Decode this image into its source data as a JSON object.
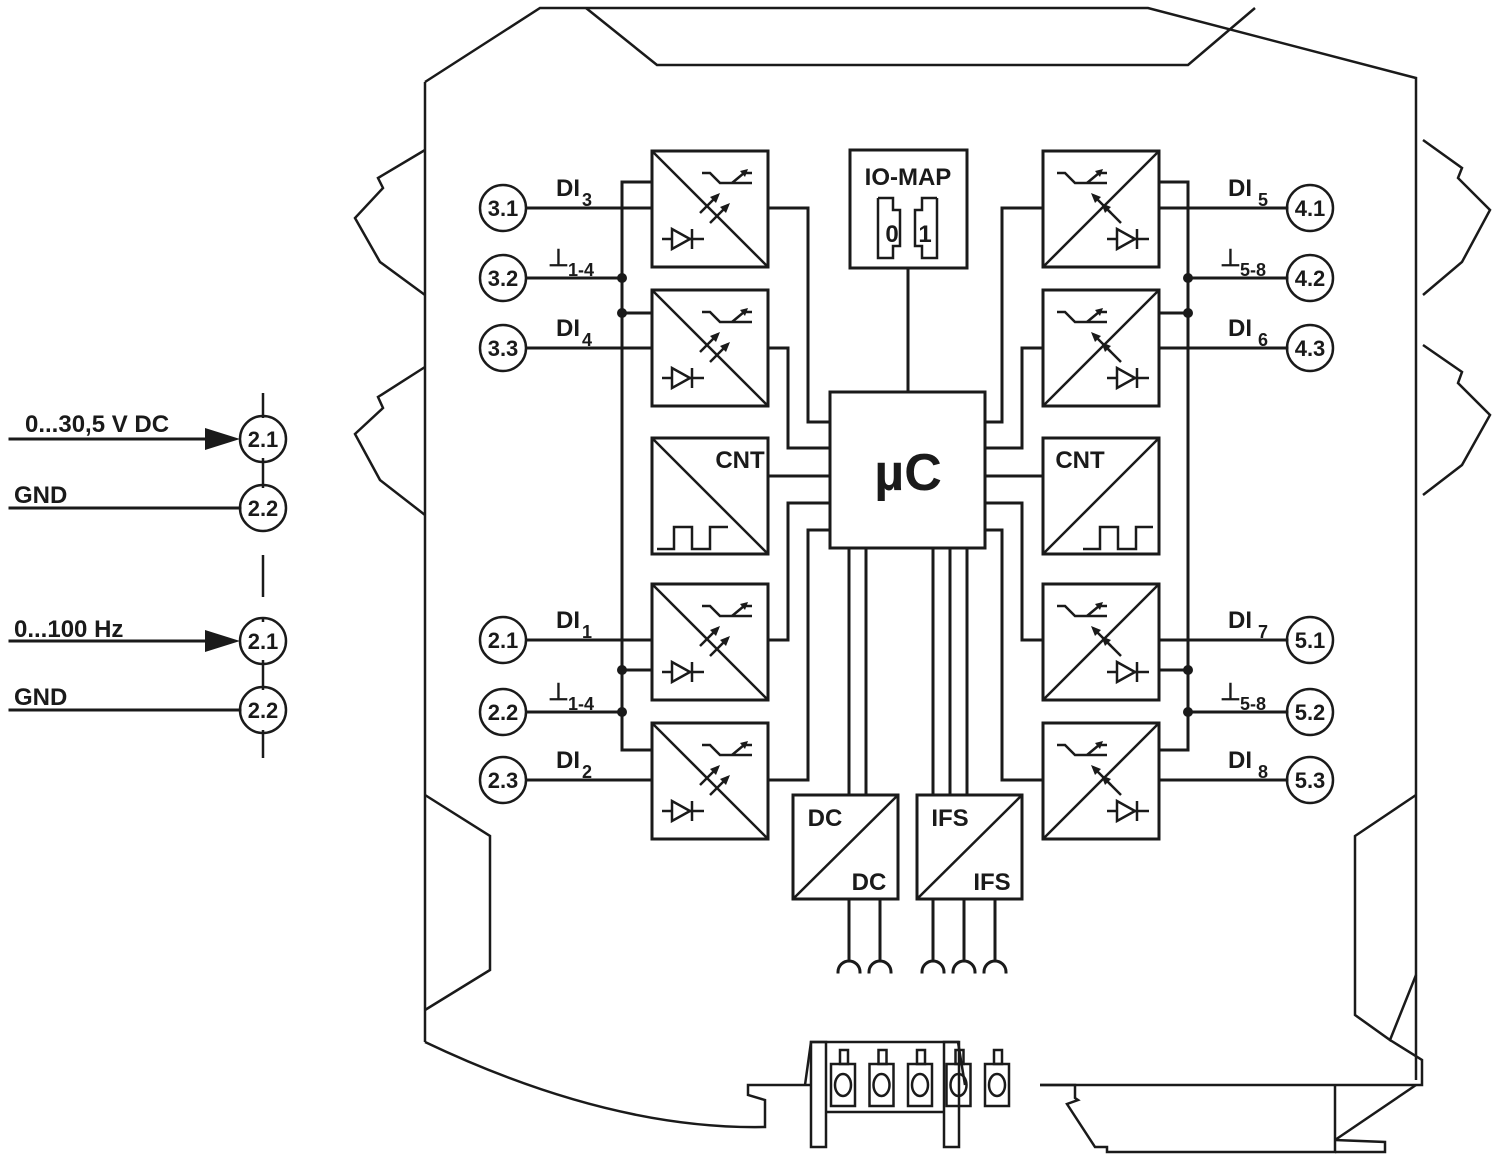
{
  "diagram": {
    "type": "block-diagram",
    "subject": "8-channel digital input / frequency counter module",
    "colors": {
      "line": "#1a1a1a",
      "background": "#ffffff"
    }
  },
  "legend": {
    "voltage_input": {
      "label": "0...30,5 V DC",
      "terminal": "2.1"
    },
    "voltage_gnd": {
      "label": "GND",
      "terminal": "2.2"
    },
    "freq_input": {
      "label": "0...100 Hz",
      "terminal": "2.1"
    },
    "freq_gnd": {
      "label": "GND",
      "terminal": "2.2"
    }
  },
  "left_channels": [
    {
      "terminal": "3.1",
      "label": "DI",
      "sub": "3"
    },
    {
      "terminal": "3.2",
      "label": "⊥",
      "sub": "1-4"
    },
    {
      "terminal": "3.3",
      "label": "DI",
      "sub": "4"
    },
    {
      "terminal": "2.1",
      "label": "DI",
      "sub": "1"
    },
    {
      "terminal": "2.2",
      "label": "⊥",
      "sub": "1-4"
    },
    {
      "terminal": "2.3",
      "label": "DI",
      "sub": "2"
    }
  ],
  "right_channels": [
    {
      "terminal": "4.1",
      "label": "DI",
      "sub": "5"
    },
    {
      "terminal": "4.2",
      "label": "⊥",
      "sub": "5-8"
    },
    {
      "terminal": "4.3",
      "label": "DI",
      "sub": "6"
    },
    {
      "terminal": "5.1",
      "label": "DI",
      "sub": "7"
    },
    {
      "terminal": "5.2",
      "label": "⊥",
      "sub": "5-8"
    },
    {
      "terminal": "5.3",
      "label": "DI",
      "sub": "8"
    }
  ],
  "blocks": {
    "microcontroller": "µC",
    "io_map": {
      "label": "IO-MAP",
      "switch_0": "0",
      "switch_1": "1"
    },
    "counter_left": "CNT",
    "counter_right": "CNT",
    "dc_converter": {
      "top": "DC",
      "bottom": "DC"
    },
    "ifs_interface": {
      "top": "IFS",
      "bottom": "IFS"
    }
  },
  "bus_connector": {
    "slots": 5
  }
}
